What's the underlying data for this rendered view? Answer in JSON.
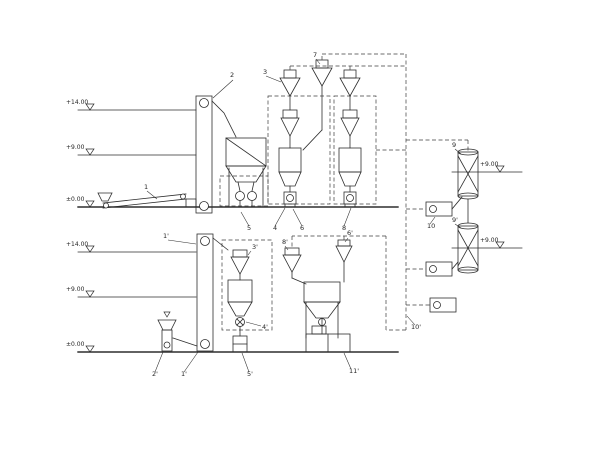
{
  "diagram": {
    "kind": "process-flow-engineering-drawing",
    "colors": {
      "line": "#2e2e2e",
      "dashed_duct": "#3c3c3c",
      "background": "#ffffff"
    }
  },
  "elevations": {
    "top": [
      {
        "text": "+14.00"
      },
      {
        "text": "+9.00"
      },
      {
        "text": "±0.00"
      }
    ],
    "bottom": [
      {
        "text": "+14.00"
      },
      {
        "text": "+9.00"
      },
      {
        "text": "±0.00"
      }
    ],
    "right": [
      {
        "text": "+9.00"
      },
      {
        "text": "+9.00"
      }
    ]
  },
  "labels": {
    "top": [
      {
        "text": "1"
      },
      {
        "text": "2"
      },
      {
        "text": "3"
      },
      {
        "text": "7"
      },
      {
        "text": "5"
      },
      {
        "text": "4"
      },
      {
        "text": "6"
      },
      {
        "text": "8"
      },
      {
        "text": "9"
      },
      {
        "text": "10"
      },
      {
        "text": "9'"
      },
      {
        "text": "10'"
      }
    ],
    "bottom": [
      {
        "text": "1'"
      },
      {
        "text": "3'"
      },
      {
        "text": "8'"
      },
      {
        "text": "6'"
      },
      {
        "text": "4'"
      },
      {
        "text": "5'"
      },
      {
        "text": "2'"
      },
      {
        "text": "1'"
      },
      {
        "text": "11'"
      }
    ]
  }
}
